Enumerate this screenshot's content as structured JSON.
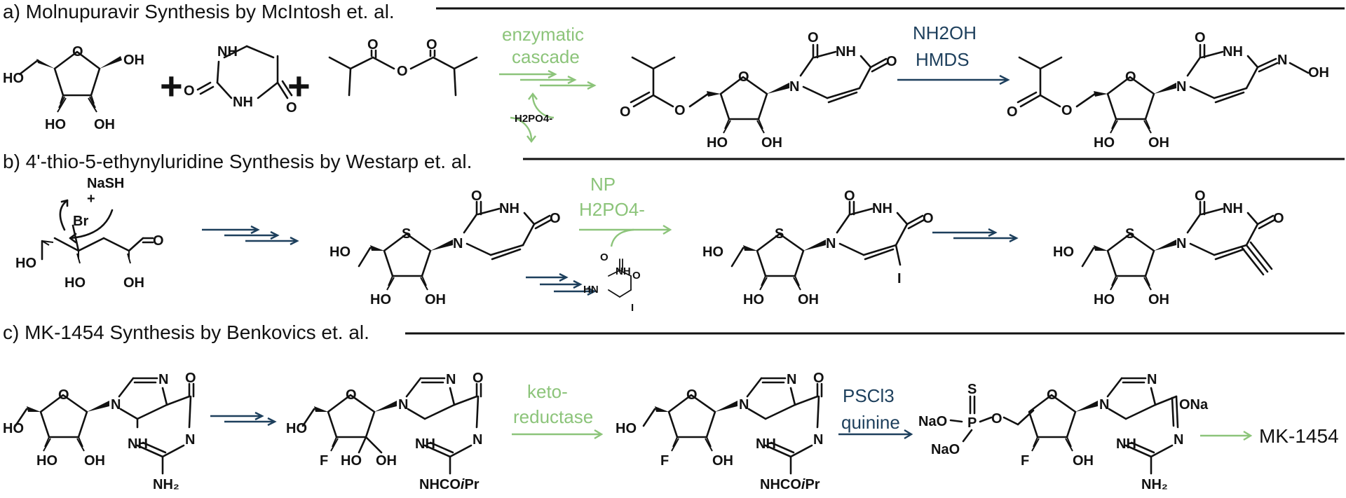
{
  "sections": {
    "a": {
      "title": "a) Molnupuravir Synthesis by McIntosh et. al."
    },
    "b": {
      "title": "b) 4'-thio-5-ethynyluridine Synthesis by Westarp et. al."
    },
    "c": {
      "title": "c) MK-1454 Synthesis by Benkovics et. al."
    }
  },
  "conditions": {
    "a_step1_line1": "enzymatic",
    "a_step1_line2": "cascade",
    "a_cycle_label": "H2PO4-",
    "a_step2_line1": "NH2OH",
    "a_step2_line2": "HMDS",
    "b_step_np": "NP",
    "b_step_phosphate": "H2PO4-",
    "b_reagent_nash": "NaSH",
    "b_reagent_br": "Br",
    "c_step_keto1": "keto-",
    "c_step_keto2": "reductase",
    "c_step_pscl": "PSCl3",
    "c_step_quinine": "quinine"
  },
  "final_product": "MK-1454",
  "colors": {
    "green": "#8cc47a",
    "blue": "#1d3f5c"
  }
}
